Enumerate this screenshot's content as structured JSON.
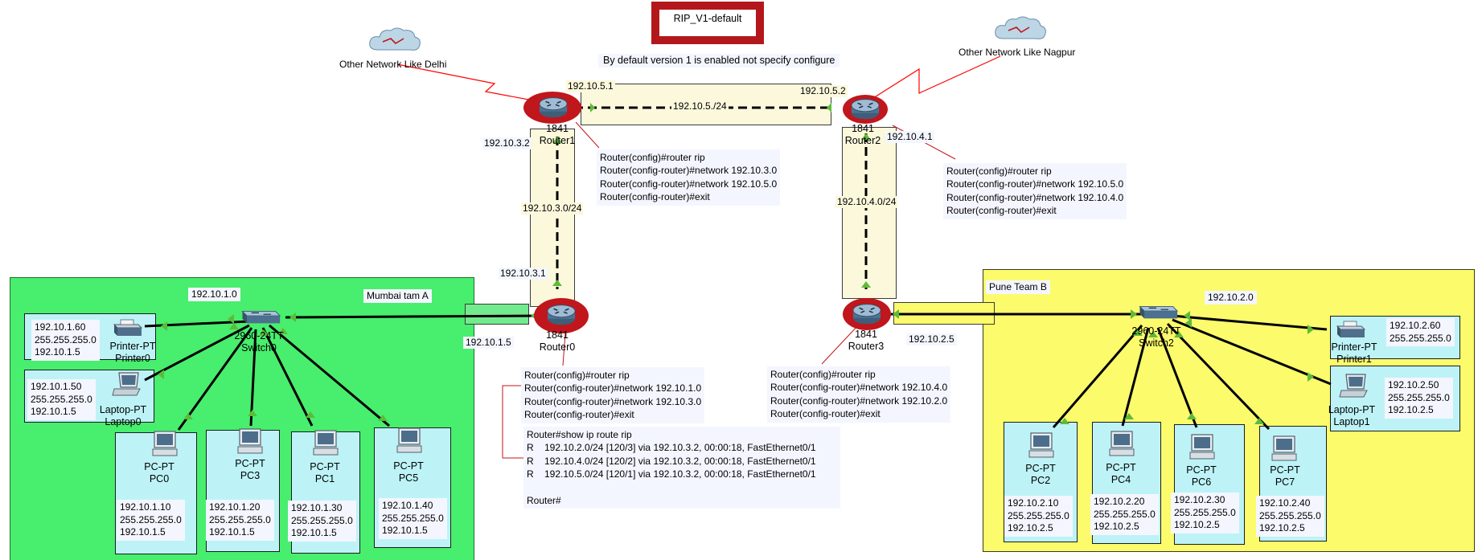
{
  "title": "RIP_V1-default",
  "subtitle": "By default version 1 is enabled not specify configure",
  "clouds": [
    {
      "label": "Other Network Like Delhi"
    },
    {
      "label": "Other Network Like Nagpur"
    }
  ],
  "zones": {
    "mumbai": {
      "label": "Mumbai tam A",
      "color": "#48ee6e"
    },
    "pune": {
      "label": "Pune Team B",
      "color": "#fbfb6c"
    }
  },
  "routers": {
    "router0": {
      "model": "1841",
      "name": "Router0"
    },
    "router1": {
      "model": "1841",
      "name": "Router1"
    },
    "router2": {
      "model": "1841",
      "name": "Router2"
    },
    "router3": {
      "model": "1841",
      "name": "Router3"
    }
  },
  "switches": {
    "switch0": {
      "model": "2960-24TT",
      "name": "Switch0"
    },
    "switch2": {
      "model": "2960-24TT",
      "name": "Switch2"
    }
  },
  "ip_labels": {
    "r1_left": "192.10.5.1",
    "r2_left": "192.10.5.2",
    "link_r1_r2": "192.10.5./24",
    "r1_down": "192.10.3.2",
    "link_r0_r1": "192.10.3.0/24",
    "r0_up": "192.10.3.1",
    "r2_right": "192.10.4.1",
    "link_r2_r3": "192.10.4.0/24",
    "r0_lan": "192.10.1.5",
    "r3_lan": "192.10.2.5",
    "net_mumbai": "192.10.1.0",
    "net_pune": "192.10.2.0"
  },
  "configs": {
    "router1": "Router(config)#router rip\nRouter(config-router)#network 192.10.3.0\nRouter(config-router)#network 192.10.5.0\nRouter(config-router)#exit",
    "router2": "Router(config)#router rip\nRouter(config-router)#network 192.10.5.0\nRouter(config-router)#network 192.10.4.0\nRouter(config-router)#exit",
    "router0": "Router(config)#router rip\nRouter(config-router)#network 192.10.1.0\nRouter(config-router)#network 192.10.3.0\nRouter(config-router)#exit",
    "router3": "Router(config)#router rip\nRouter(config-router)#network 192.10.4.0\nRouter(config-router)#network 192.10.2.0\nRouter(config-router)#exit",
    "show_route": "Router#show ip route rip\nR    192.10.2.0/24 [120/3] via 192.10.3.2, 00:00:18, FastEthernet0/1\nR    192.10.4.0/24 [120/2] via 192.10.3.2, 00:00:18, FastEthernet0/1\nR    192.10.5.0/24 [120/1] via 192.10.3.2, 00:00:18, FastEthernet0/1\n\nRouter#"
  },
  "devices": {
    "printer0": {
      "type": "Printer-PT",
      "name": "Printer0",
      "ip": "192.10.1.60\n255.255.255.0\n192.10.1.5"
    },
    "laptop0": {
      "type": "Laptop-PT",
      "name": "Laptop0",
      "ip": "192.10.1.50\n255.255.255.0\n192.10.1.5"
    },
    "pc0": {
      "type": "PC-PT",
      "name": "PC0",
      "ip": "192.10.1.10\n255.255.255.0\n192.10.1.5"
    },
    "pc3": {
      "type": "PC-PT",
      "name": "PC3",
      "ip": "192.10.1.20\n255.255.255.0\n192.10.1.5"
    },
    "pc1": {
      "type": "PC-PT",
      "name": "PC1",
      "ip": "192.10.1.30\n255.255.255.0\n192.10.1.5"
    },
    "pc5": {
      "type": "PC-PT",
      "name": "PC5",
      "ip": "192.10.1.40\n255.255.255.0\n192.10.1.5"
    },
    "printer1": {
      "type": "Printer-PT",
      "name": "Printer1",
      "ip": "192.10.2.60\n255.255.255.0"
    },
    "laptop1": {
      "type": "Laptop-PT",
      "name": "Laptop1",
      "ip": "192.10.2.50\n255.255.255.0\n192.10.2.5"
    },
    "pc2": {
      "type": "PC-PT",
      "name": "PC2",
      "ip": "192.10.2.10\n255.255.255.0\n192.10.2.5"
    },
    "pc4": {
      "type": "PC-PT",
      "name": "PC4",
      "ip": "192.10.2.20\n255.255.255.0\n192.10.2.5"
    },
    "pc6": {
      "type": "PC-PT",
      "name": "PC6",
      "ip": "192.10.2.30\n255.255.255.0\n192.10.2.5"
    },
    "pc7": {
      "type": "PC-PT",
      "name": "PC7",
      "ip": "192.10.2.40\n255.255.255.0\n192.10.2.5"
    }
  },
  "colors": {
    "router_halo": "#c0161c",
    "title_border": "#b3171c",
    "link_indicator": "#5dbb3a",
    "cloud_link": "#ff0000",
    "device_box": "#bdf3f7",
    "note_bg": "#f4f6ff",
    "yellow_panel": "#fbf8dc"
  }
}
